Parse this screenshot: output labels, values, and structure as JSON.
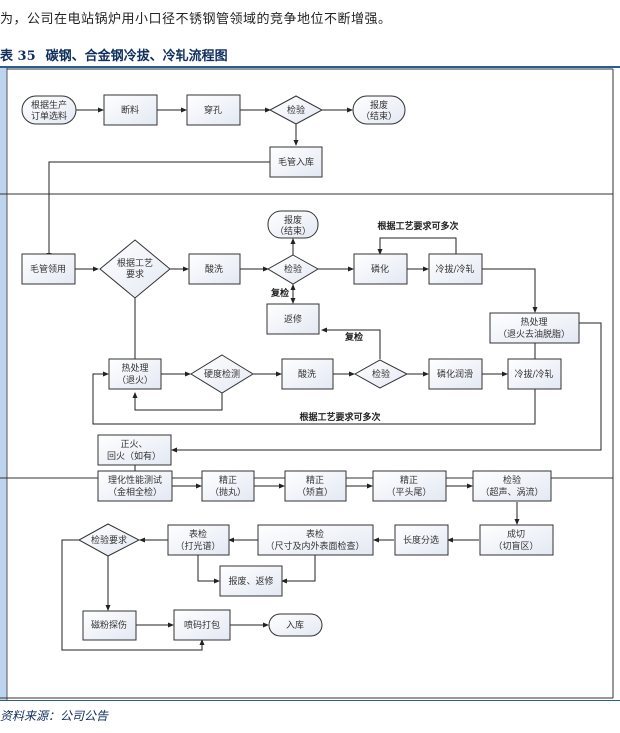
{
  "intro_text": "为，公司在电站锅炉用小口径不锈钢管领域的竞争地位不断增强。",
  "figure": {
    "number": "表 35",
    "title": "碳钢、合金钢冷拔、冷轧流程图"
  },
  "source": "资料来源：公司公告",
  "colors": {
    "accent": "#2c5c94",
    "lane_bar": "#bcd4ee",
    "box_fill_top": "#ffffff",
    "box_fill_bottom": "#e6ebf5",
    "stroke": "#333333"
  },
  "section1": {
    "start": [
      "根据生产",
      "订单选料"
    ],
    "cut": "断料",
    "pierce": "穿孔",
    "inspect": "检验",
    "scrap": [
      "报废",
      "（结束）"
    ],
    "store": "毛管入库"
  },
  "section2": {
    "take": "毛管领用",
    "decide": [
      "根据工艺",
      "要求"
    ],
    "pickle1": "酸洗",
    "inspect1": "检验",
    "scrap": [
      "报废",
      "（结束）"
    ],
    "phosphate": "磷化",
    "cold1": "冷拔/冷轧",
    "repeat_note_top": "根据工艺要求可多次",
    "recheck1": "复检",
    "repair": "返修",
    "recheck2": "复检",
    "heat_treat2": [
      "热处理",
      "（退火去油脱脂）"
    ],
    "heat_treat1": [
      "热处理",
      "（退火）"
    ],
    "hardness": "硬度检测",
    "pickle2": "酸洗",
    "inspect2": "检验",
    "phos_lube": "磷化润滑",
    "cold2": "冷拔/冷轧",
    "repeat_note_bottom": "根据工艺要求可多次",
    "normalize": [
      "正火、",
      "回火（如有）"
    ]
  },
  "section3": {
    "phys_test": [
      "理化性能测试",
      "（金相全检）"
    ],
    "finish1": [
      "精正",
      "（抛丸）"
    ],
    "finish2": [
      "精正",
      "（矫直）"
    ],
    "finish3": [
      "精正",
      "（平头尾）"
    ],
    "inspect": [
      "检验",
      "（超声、涡流）"
    ],
    "cut": [
      "成切",
      "（切盲区）"
    ],
    "length": "长度分选",
    "surf1": [
      "表检",
      "（尺寸及内外表面检查）"
    ],
    "surf2": [
      "表检",
      "（打光谱）"
    ],
    "req": "检验要求",
    "scrap_repair": "报废、返修",
    "magnetic": "磁粉探伤",
    "mark": "喷码打包",
    "store": "入库"
  }
}
